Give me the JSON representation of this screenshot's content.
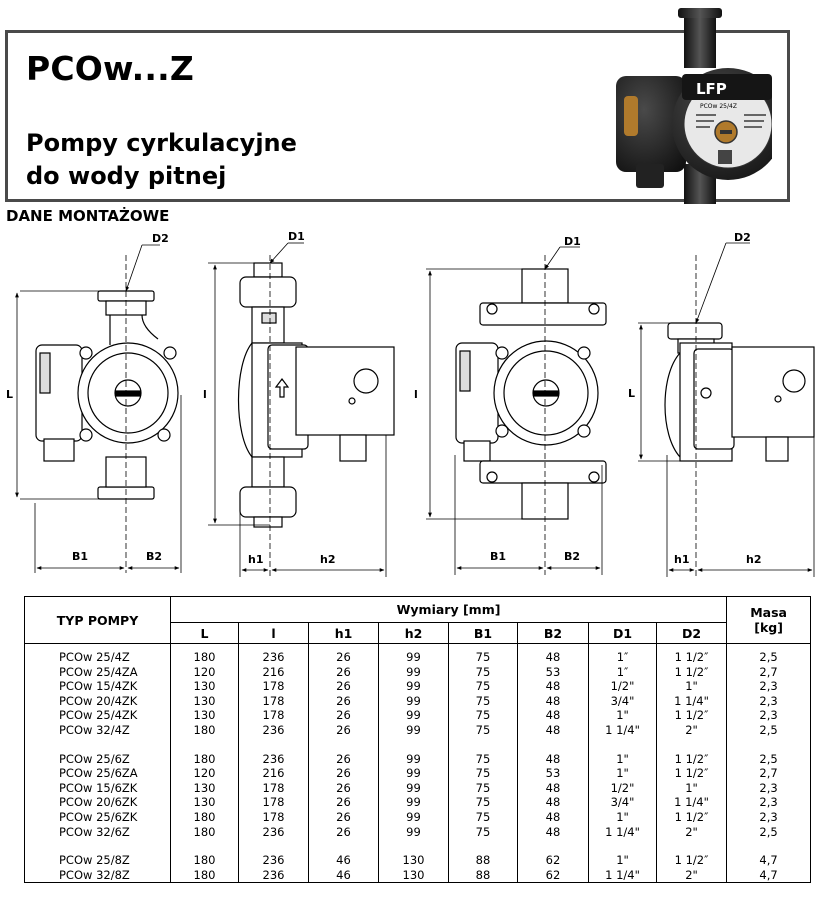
{
  "header": {
    "title": "PCOw...Z",
    "subtitle_line1": "Pompy cyrkulacyjne",
    "subtitle_line2": "do wody pitnej",
    "pump_brand": "LFP",
    "pump_model": "PCOw 25/4Z"
  },
  "section_label": "DANE MONTAŻOWE",
  "drawing_labels": {
    "d1": "D1",
    "d2": "D2",
    "L": "L",
    "l": "l",
    "b1": "B1",
    "b2": "B2",
    "h1": "h1",
    "h2": "h2"
  },
  "table": {
    "typ_header": "TYP POMPY",
    "wymiary_header": "Wymiary [mm]",
    "masa_header_line1": "Masa",
    "masa_header_line2": "[kg]",
    "columns": [
      "L",
      "l",
      "h1",
      "h2",
      "B1",
      "B2",
      "D1",
      "D2"
    ],
    "groups": [
      [
        [
          "PCOw 25/4Z",
          "180",
          "236",
          "26",
          "99",
          "75",
          "48",
          "1″",
          "1 1/2″",
          "2,5"
        ],
        [
          "PCOw 25/4ZA",
          "120",
          "216",
          "26",
          "99",
          "75",
          "53",
          "1″",
          "1 1/2″",
          "2,7"
        ],
        [
          "PCOw 15/4ZK",
          "130",
          "178",
          "26",
          "99",
          "75",
          "48",
          "1/2\"",
          "1\"",
          "2,3"
        ],
        [
          "PCOw 20/4ZK",
          "130",
          "178",
          "26",
          "99",
          "75",
          "48",
          "3/4\"",
          "1 1/4\"",
          "2,3"
        ],
        [
          "PCOw 25/4ZK",
          "130",
          "178",
          "26",
          "99",
          "75",
          "48",
          "1\"",
          "1 1/2″",
          "2,3"
        ],
        [
          "PCOw 32/4Z",
          "180",
          "236",
          "26",
          "99",
          "75",
          "48",
          "1 1/4\"",
          "2\"",
          "2,5"
        ]
      ],
      [
        [
          "PCOw 25/6Z",
          "180",
          "236",
          "26",
          "99",
          "75",
          "48",
          "1\"",
          "1 1/2″",
          "2,5"
        ],
        [
          "PCOw 25/6ZA",
          "120",
          "216",
          "26",
          "99",
          "75",
          "53",
          "1\"",
          "1 1/2″",
          "2,7"
        ],
        [
          "PCOw 15/6ZK",
          "130",
          "178",
          "26",
          "99",
          "75",
          "48",
          "1/2\"",
          "1\"",
          "2,3"
        ],
        [
          "PCOw 20/6ZK",
          "130",
          "178",
          "26",
          "99",
          "75",
          "48",
          "3/4\"",
          "1 1/4\"",
          "2,3"
        ],
        [
          "PCOw 25/6ZK",
          "180",
          "178",
          "26",
          "99",
          "75",
          "48",
          "1\"",
          "1 1/2″",
          "2,3"
        ],
        [
          "PCOw 32/6Z",
          "180",
          "236",
          "26",
          "99",
          "75",
          "48",
          "1 1/4\"",
          "2\"",
          "2,5"
        ]
      ],
      [
        [
          "PCOw 25/8Z",
          "180",
          "236",
          "46",
          "130",
          "88",
          "62",
          "1\"",
          "1 1/2″",
          "4,7"
        ],
        [
          "PCOw 32/8Z",
          "180",
          "236",
          "46",
          "130",
          "88",
          "62",
          "1 1/4\"",
          "2\"",
          "4,7"
        ]
      ]
    ]
  }
}
